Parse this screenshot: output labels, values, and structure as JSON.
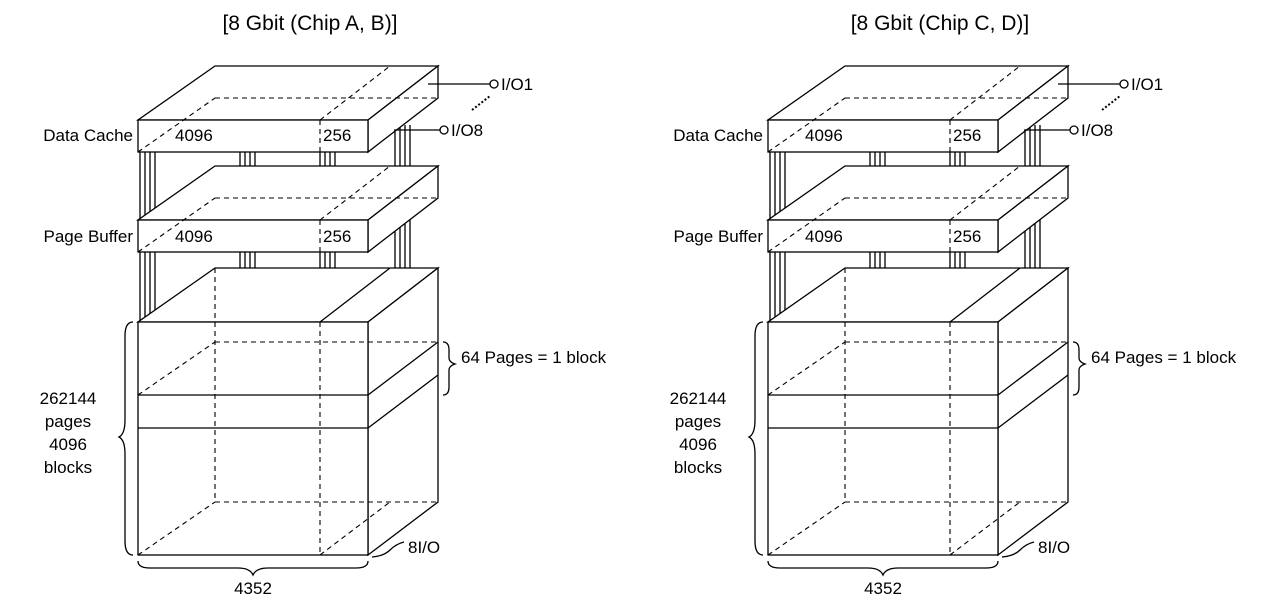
{
  "diagrams": [
    {
      "title": "[8 Gbit (Chip A, B)]",
      "data_cache_label": "Data Cache",
      "page_buffer_label": "Page Buffer",
      "main_columns": "4096",
      "spare_columns": "256",
      "io_first": "I/O1",
      "io_last": "I/O8",
      "block_note": "64 Pages = 1 block",
      "pages_count": "262144",
      "pages_word": "pages",
      "blocks_count": "4096",
      "blocks_word": "blocks",
      "width_label": "4352",
      "depth_label": "8I/O"
    },
    {
      "title": "[8 Gbit (Chip C, D)]",
      "data_cache_label": "Data Cache",
      "page_buffer_label": "Page Buffer",
      "main_columns": "4096",
      "spare_columns": "256",
      "io_first": "I/O1",
      "io_last": "I/O8",
      "block_note": "64 Pages = 1 block",
      "pages_count": "262144",
      "pages_word": "pages",
      "blocks_count": "4096",
      "blocks_word": "blocks",
      "width_label": "4352",
      "depth_label": "8I/O"
    }
  ]
}
